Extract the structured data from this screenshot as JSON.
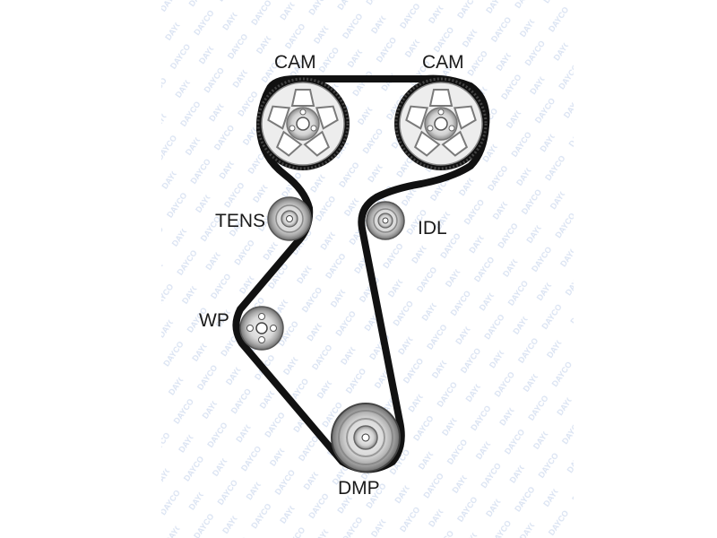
{
  "labels": {
    "cam_left": "CAM",
    "cam_right": "CAM",
    "tens": "TENS",
    "idl": "IDL",
    "wp": "WP",
    "dmp": "DMP"
  },
  "colors": {
    "belt": "#111111",
    "pulley_face": "#ededed",
    "pulley_dark": "#9a9a9a",
    "watermark": "#c9d6ec",
    "text": "#1a1a1a"
  },
  "components": [
    {
      "id": "cam-left",
      "kind": "sprocket"
    },
    {
      "id": "cam-right",
      "kind": "sprocket"
    },
    {
      "id": "tens",
      "kind": "tensioner-pulley"
    },
    {
      "id": "idl",
      "kind": "idler-pulley"
    },
    {
      "id": "wp",
      "kind": "water-pump-pulley"
    },
    {
      "id": "dmp",
      "kind": "damper-pulley"
    }
  ]
}
